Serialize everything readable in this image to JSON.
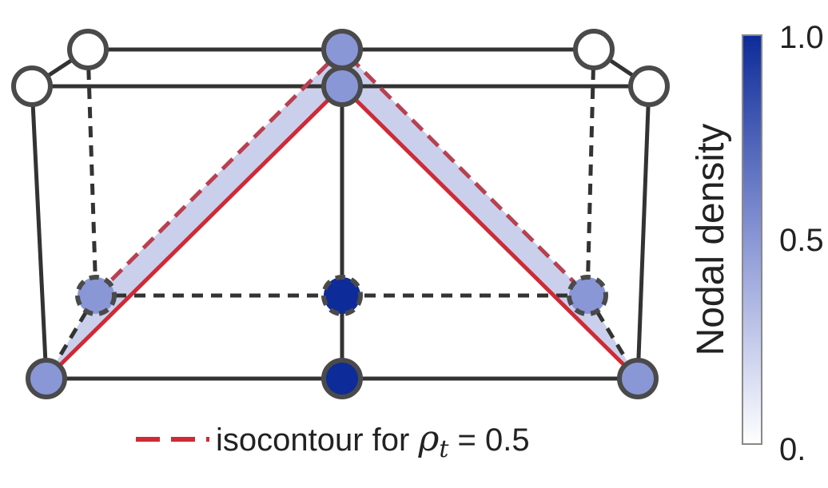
{
  "legend": {
    "label_prefix": "isocontour for ",
    "symbol": "ρ",
    "subscript": "t",
    "label_suffix": " = 0.5",
    "line_color": "#cf2a35"
  },
  "colorbar": {
    "title": "Nodal density",
    "ticks": [
      "1.0",
      "0.5",
      "0."
    ],
    "color_low": "#ffffff",
    "color_high": "#0d2b99",
    "range": [
      0,
      1
    ]
  },
  "colors": {
    "edge": "#333333",
    "node_stroke": "#4a4a4a",
    "fill_band": "#c7cdeb",
    "isocontour": "#cf2a35",
    "isocontour_back": "#b84050"
  },
  "nodes": [
    {
      "id": "top-back-left",
      "density": 0
    },
    {
      "id": "top-back-middle",
      "density": 0.5
    },
    {
      "id": "top-back-right",
      "density": 0
    },
    {
      "id": "top-front-left",
      "density": 0
    },
    {
      "id": "top-front-middle",
      "density": 0.5
    },
    {
      "id": "top-front-right",
      "density": 0
    },
    {
      "id": "bottom-back-left",
      "density": 0.5
    },
    {
      "id": "bottom-back-middle",
      "density": 1
    },
    {
      "id": "bottom-back-right",
      "density": 0.5
    },
    {
      "id": "bottom-front-left",
      "density": 0.5
    },
    {
      "id": "bottom-front-middle",
      "density": 1
    },
    {
      "id": "bottom-front-right",
      "density": 0.5
    }
  ]
}
